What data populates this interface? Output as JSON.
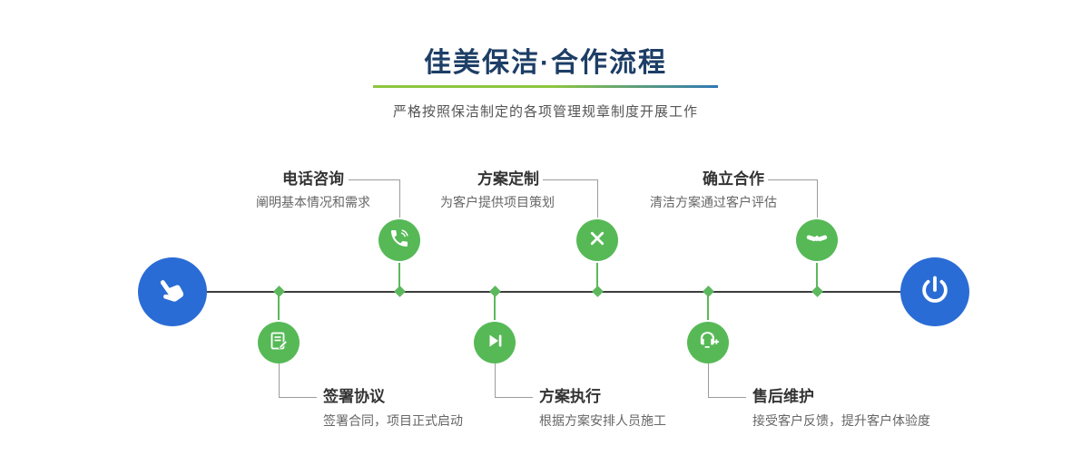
{
  "header": {
    "title": "佳美保洁·合作流程",
    "subtitle": "严格按照保洁制定的各项管理规章制度开展工作"
  },
  "timeline": {
    "start_icon": "pointing-hand-icon",
    "end_icon": "power-icon"
  },
  "steps_top": [
    {
      "title": "电话咨询",
      "desc": "阐明基本情况和需求",
      "icon": "phone-icon"
    },
    {
      "title": "方案定制",
      "desc": "为客户提供项目策划",
      "icon": "design-tools-icon"
    },
    {
      "title": "确立合作",
      "desc": "清洁方案通过客户评估",
      "icon": "handshake-icon"
    }
  ],
  "steps_bottom": [
    {
      "title": "签署协议",
      "desc": "签署合同，项目正式启动",
      "icon": "contract-icon"
    },
    {
      "title": "方案执行",
      "desc": "根据方案安排人员施工",
      "icon": "play-next-icon"
    },
    {
      "title": "售后维护",
      "desc": "接受客户反馈，提升客户体验度",
      "icon": "headset-icon"
    }
  ],
  "colors": {
    "green": "#5cb85c",
    "circle_green": "#56b956",
    "node_blue": "#2a6cd5",
    "title_navy": "#1d3e66",
    "divider_green": "#8dc63f",
    "divider_blue": "#2f78b5",
    "line_dark": "#3c3c3c",
    "connector_gray": "#9b9b9b"
  }
}
